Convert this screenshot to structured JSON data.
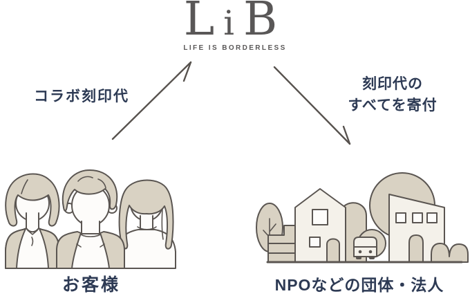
{
  "diagram": {
    "logo": {
      "letter_l": "L",
      "letter_i": "i",
      "letter_b": "B",
      "tagline": "LIFE IS BORDERLESS"
    },
    "arrows": {
      "left": {
        "label": "コラボ刻印代",
        "from": "お客様",
        "to": "LiB",
        "direction": "up"
      },
      "right": {
        "label_line1": "刻印代の",
        "label_line2": "すべてを寄付",
        "from": "LiB",
        "to": "NPOなどの団体・法人",
        "direction": "down"
      }
    },
    "nodes": {
      "customers": {
        "label": "お客様",
        "icon": "three-people-illustration"
      },
      "npo": {
        "label": "NPOなどの団体・法人",
        "icon": "town-buildings-illustration"
      }
    },
    "colors": {
      "background": "#ffffff",
      "outline": "#5a5551",
      "beige": "#d9d2c3",
      "wall": "#f4f1ea",
      "shirt": "#fdfcfa",
      "navy": "#2d3a54",
      "logo_gray": "#595757",
      "arrow": "#57524e"
    }
  }
}
